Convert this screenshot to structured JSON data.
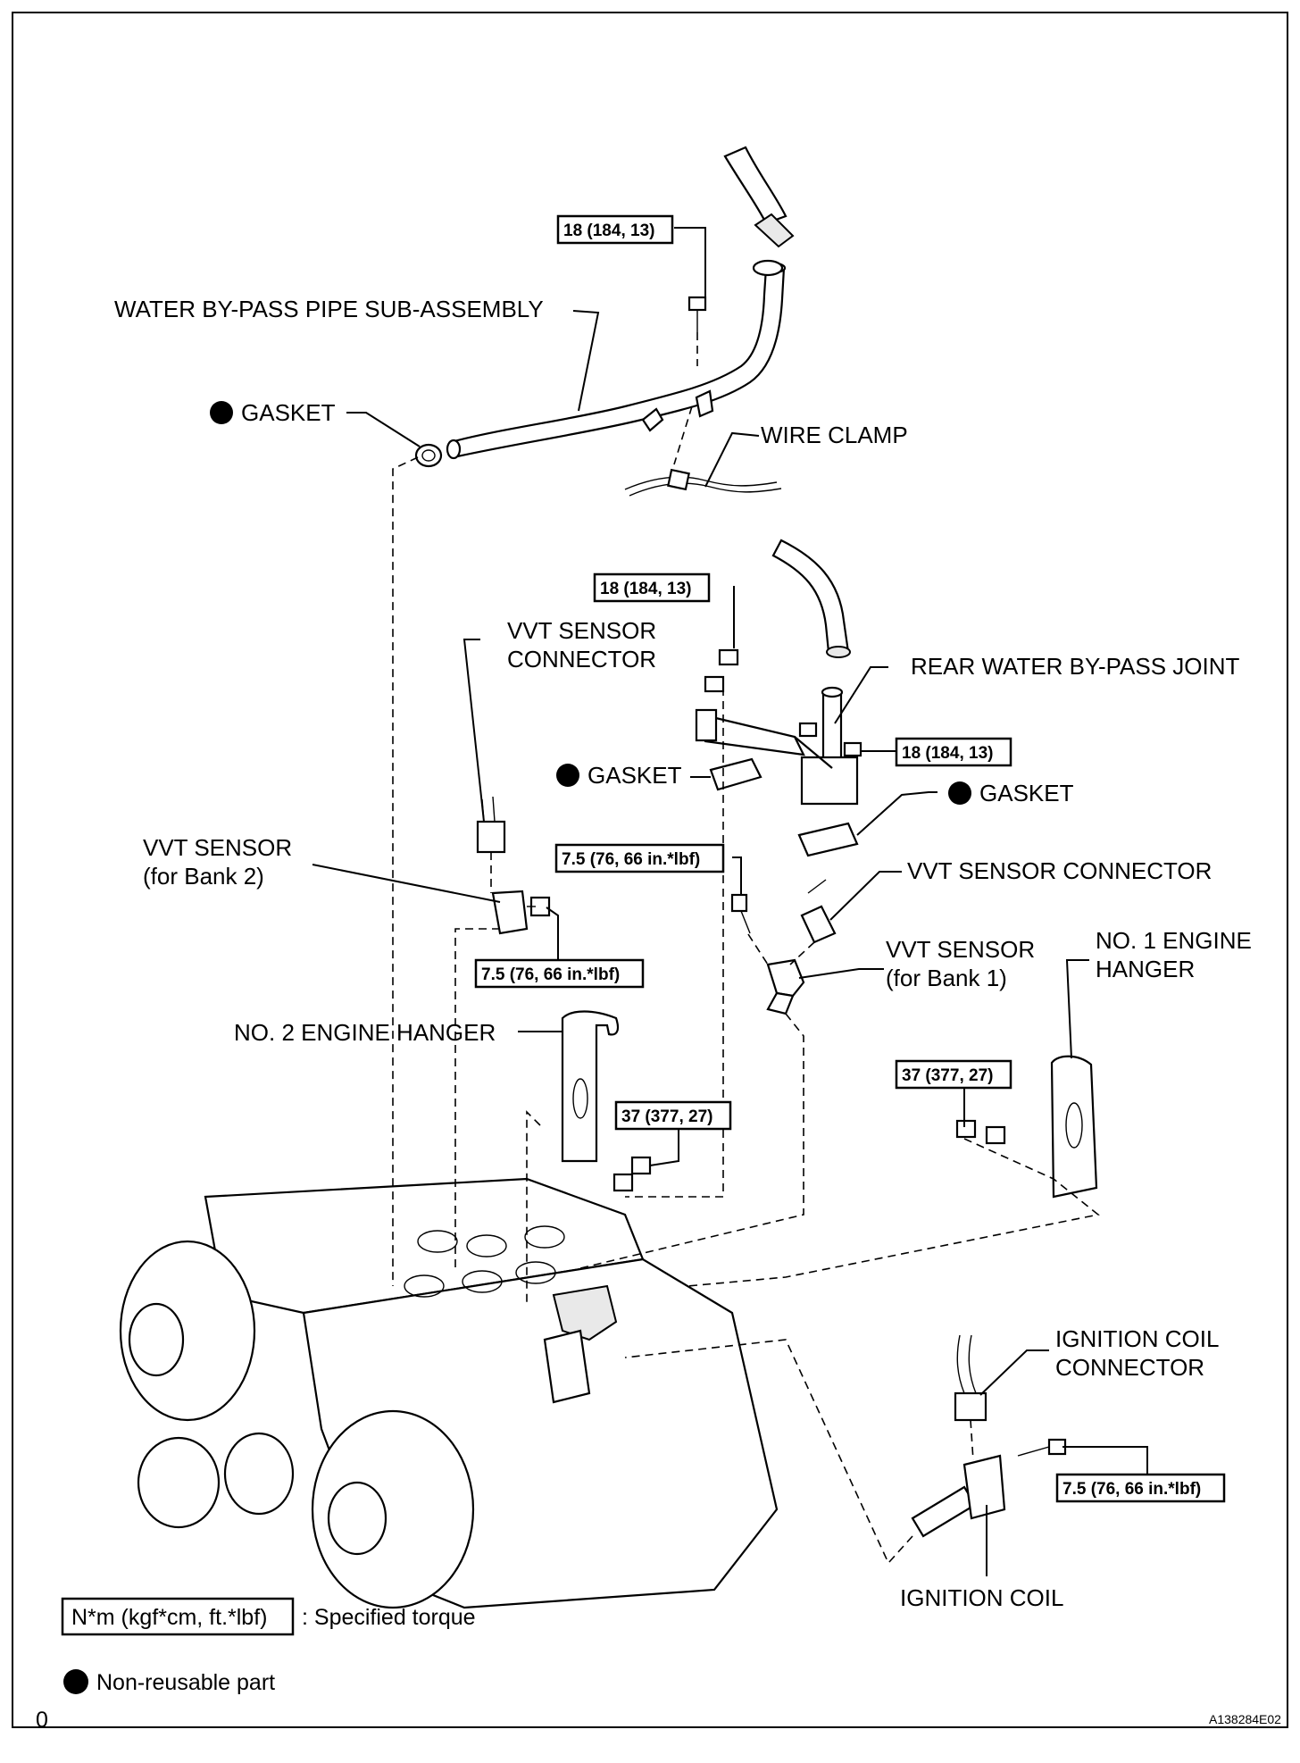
{
  "labels": {
    "water_bypass_pipe": "WATER BY-PASS PIPE SUB-ASSEMBLY",
    "gasket": "GASKET",
    "wire_clamp": "WIRE CLAMP",
    "vvt_sensor_connector_line1": "VVT SENSOR",
    "vvt_sensor_connector_line2": "CONNECTOR",
    "rear_water_bypass_joint": "REAR WATER BY-PASS JOINT",
    "vvt_sensor_bank2_line1": "VVT SENSOR",
    "vvt_sensor_bank2_line2": "(for Bank 2)",
    "vvt_sensor_connector_right": "VVT SENSOR CONNECTOR",
    "vvt_sensor_bank1_line1": "VVT SENSOR",
    "vvt_sensor_bank1_line2": "(for Bank 1)",
    "no1_engine_hanger_line1": "NO. 1 ENGINE",
    "no1_engine_hanger_line2": "HANGER",
    "no2_engine_hanger": "NO. 2 ENGINE HANGER",
    "ignition_coil_connector_line1": "IGNITION COIL",
    "ignition_coil_connector_line2": "CONNECTOR",
    "ignition_coil": "IGNITION COIL"
  },
  "torques": {
    "t18": "18 (184, 13)",
    "t75": "7.5 (76, 66 in.*lbf)",
    "t37": "37 (377, 27)"
  },
  "legend": {
    "torque_box": "N*m (kgf*cm, ft.*lbf)",
    "torque_desc": ": Specified torque",
    "nonreusable": "Non-reusable part"
  },
  "footer": {
    "left_mark": "0",
    "figure_code": "A138284E02"
  }
}
